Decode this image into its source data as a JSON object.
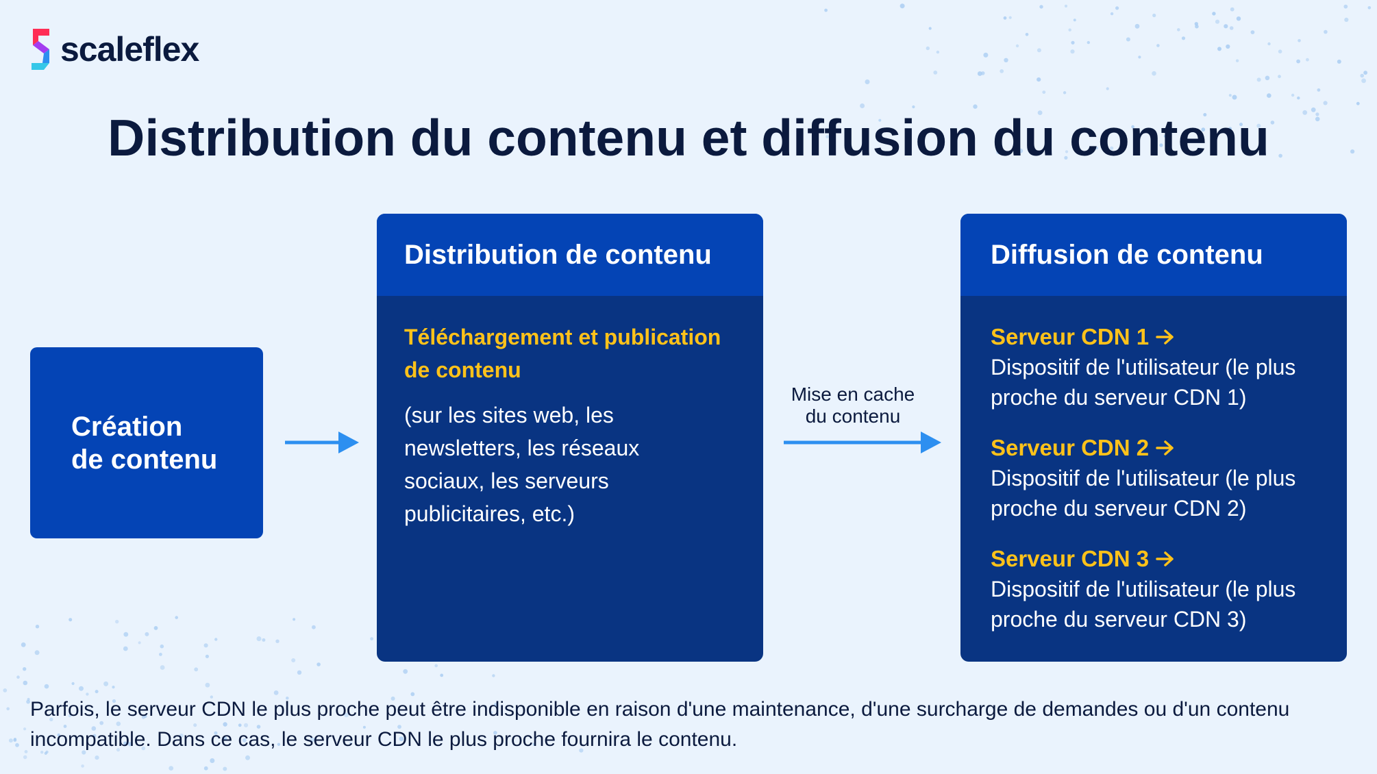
{
  "brand": {
    "name": "scaleflex",
    "icon": "scaleflex-s-logo-icon"
  },
  "title": "Distribution du contenu et diffusion du contenu",
  "creation": {
    "label_line1": "Création",
    "label_line2": "de contenu"
  },
  "distribution": {
    "heading": "Distribution de contenu",
    "accent": "Téléchargement et publication de contenu",
    "text": "(sur les sites web, les newsletters, les réseaux sociaux, les serveurs publicitaires, etc.)"
  },
  "caching": {
    "label_line1": "Mise en cache",
    "label_line2": "du contenu"
  },
  "diffusion": {
    "heading": "Diffusion de contenu",
    "items": [
      {
        "title": "Serveur CDN 1",
        "desc": "Dispositif de l'utilisateur (le plus proche du serveur CDN 1)"
      },
      {
        "title": "Serveur CDN 2",
        "desc": "Dispositif de l'utilisateur (le plus proche du serveur CDN 2)"
      },
      {
        "title": "Serveur CDN 3",
        "desc": "Dispositif de l'utilisateur (le plus proche du serveur CDN 3)"
      }
    ]
  },
  "footnote": "Parfois, le serveur CDN le plus proche peut être indisponible en raison d'une maintenance, d'une surcharge de demandes ou d'un contenu incompatible. Dans ce cas, le serveur CDN le plus proche fournira le contenu.",
  "colors": {
    "background": "#eaf3fd",
    "primary_blue": "#0444b5",
    "dark_blue": "#093482",
    "accent_yellow": "#ffc21a",
    "arrow_blue": "#2d8ff0",
    "text_dark": "#0b1a3e"
  }
}
